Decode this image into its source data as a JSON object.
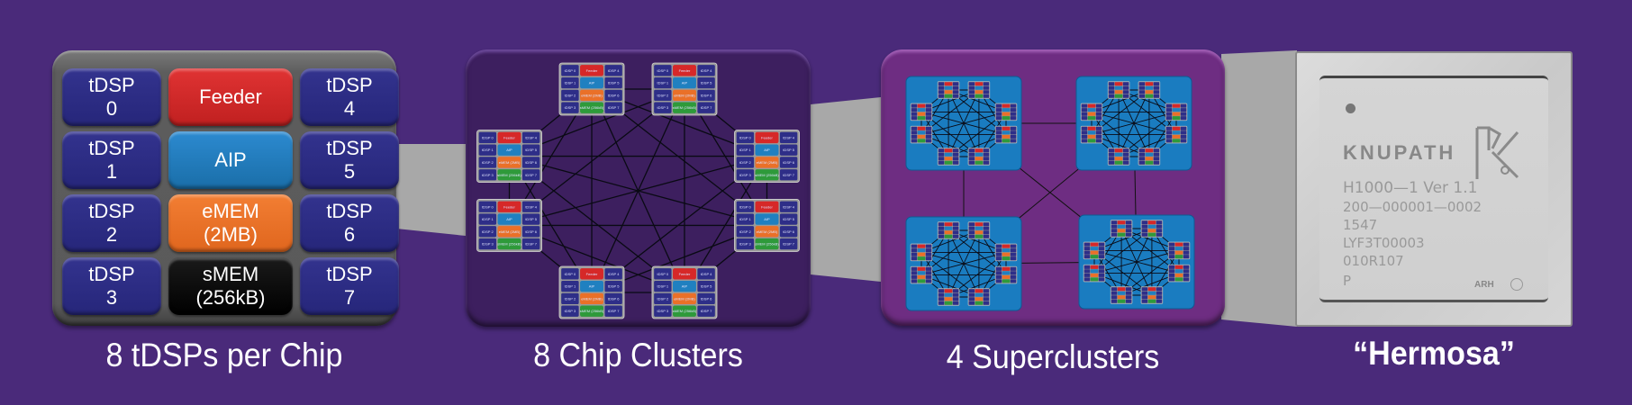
{
  "colors": {
    "background": "#4a2a7a",
    "tdsp": "#2a2a80",
    "feeder": "#d62828",
    "aip": "#2080c0",
    "emem": "#ea7028",
    "smem_chip": "#000000",
    "smem_mini": "#2e9a3a",
    "cluster_bg": "#3d1f5f",
    "supercluster_bg": "#6e2d82",
    "supercluster_tile": "#1a7cc0",
    "connector": "#a8a8a8"
  },
  "chip": {
    "left_column": [
      {
        "line1": "tDSP",
        "line2": "0"
      },
      {
        "line1": "tDSP",
        "line2": "1"
      },
      {
        "line1": "tDSP",
        "line2": "2"
      },
      {
        "line1": "tDSP",
        "line2": "3"
      }
    ],
    "center_column": [
      {
        "line1": "Feeder",
        "line2": "",
        "kind": "feeder"
      },
      {
        "line1": "AIP",
        "line2": "",
        "kind": "aip"
      },
      {
        "line1": "eMEM",
        "line2": "(2MB)",
        "kind": "emem"
      },
      {
        "line1": "sMEM",
        "line2": "(256kB)",
        "kind": "smem"
      }
    ],
    "right_column": [
      {
        "line1": "tDSP",
        "line2": "4"
      },
      {
        "line1": "tDSP",
        "line2": "5"
      },
      {
        "line1": "tDSP",
        "line2": "6"
      },
      {
        "line1": "tDSP",
        "line2": "7"
      }
    ]
  },
  "mini_chip": {
    "left": [
      "tDSP 0",
      "tDSP 1",
      "tDSP 2",
      "tDSP 3"
    ],
    "center": [
      "Feeder",
      "AIP",
      "eMEM (2MB)",
      "sMEM (256kB)"
    ],
    "right": [
      "tDSP 4",
      "tDSP 5",
      "tDSP 6",
      "tDSP 7"
    ]
  },
  "cluster": {
    "chip_count": 8
  },
  "supercluster": {
    "cluster_count": 4
  },
  "hermosa_chip": {
    "brand": "KNUPATH",
    "markings": [
      "H1000—1  Ver  1.1",
      "200—000001—0002",
      "1547",
      "LYF3T00003",
      "010R107",
      "P"
    ],
    "arh": "ARH"
  },
  "captions": {
    "chip": "8 tDSPs per Chip",
    "cluster": "8 Chip Clusters",
    "supercluster": "4 Superclusters",
    "hermosa": "“Hermosa”"
  }
}
